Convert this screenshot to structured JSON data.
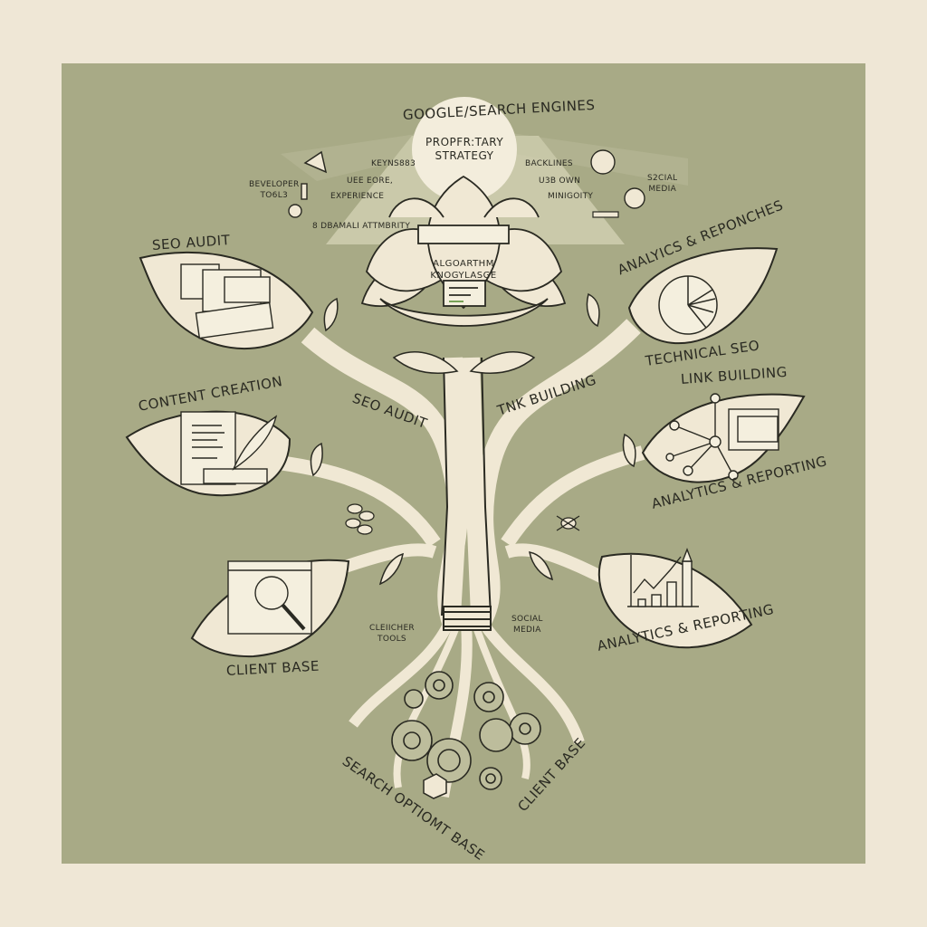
{
  "colors": {
    "paper": "#efe7d6",
    "panel": "#a8aa86",
    "ink": "#2a2a22",
    "leaf_fill": "#f0e8d4",
    "glow": "#f4eedd"
  },
  "top": {
    "arc_title": "GOOGLE/SEARCH ENGINES",
    "sun_label": "PROPFR:TARY\nSTRATEGY",
    "sun_label_line1": "PROPFR:TARY",
    "sun_label_line2": "STRATEGY"
  },
  "top_left_notes": {
    "developer_tools_line1": "BEVELOPER",
    "developer_tools_line2": "TO6L3",
    "keywords": "KEYNS883",
    "user_core": "UEE EORE,",
    "experience": "EXPERIENCE",
    "domain_authority": "8 DBAMALI ATTMBRITY"
  },
  "top_right_notes": {
    "backlinks": "BACKLINES",
    "user_own": "U3B OWN",
    "minority": "MINIGOITY",
    "social_media_line1": "S2CIAL",
    "social_media_line2": "MEDIA"
  },
  "flower": {
    "core_line1": "ALGOARTHM",
    "core_line2": "KNOGYLASGE"
  },
  "leaves": {
    "seo_audit": "SEO AUDIT",
    "analytics_responses": "ANALYICS & REPONCHES",
    "technical_seo": "TECHNICAL SEO",
    "link_building": "LINK BUILDING",
    "analytics_reporting_mid": "ANALYTICS & REPORTING",
    "content_creation": "CONTENT CREATION",
    "client_base": "CLIENT BASE",
    "analytics_reporting_low": "ANALYTICS & REPORTING"
  },
  "stem": {
    "seo_audit": "SEO AUDIT",
    "link_building": "TNK BUILDING"
  },
  "roots": {
    "tools_line1": "CLEIICHER",
    "tools_line2": "TOOLS",
    "social_line1": "SOCIAL",
    "social_line2": "MEDIA",
    "search_base": "SEARCH OPTIOMT BASE",
    "client_base": "CLIENT BASE"
  },
  "icons": [
    "megaphone-icon",
    "bottle-icon",
    "coin-icon",
    "feather-icon",
    "compass-icon",
    "brain-icon",
    "battery-icon",
    "monitor-icon",
    "keyboard-icon",
    "pie-chart-icon",
    "network-icon",
    "scroll-icon",
    "quill-icon",
    "browser-search-icon",
    "bar-chart-icon",
    "coins-stack-icon",
    "spider-icon",
    "gears-icon",
    "box-icon"
  ]
}
